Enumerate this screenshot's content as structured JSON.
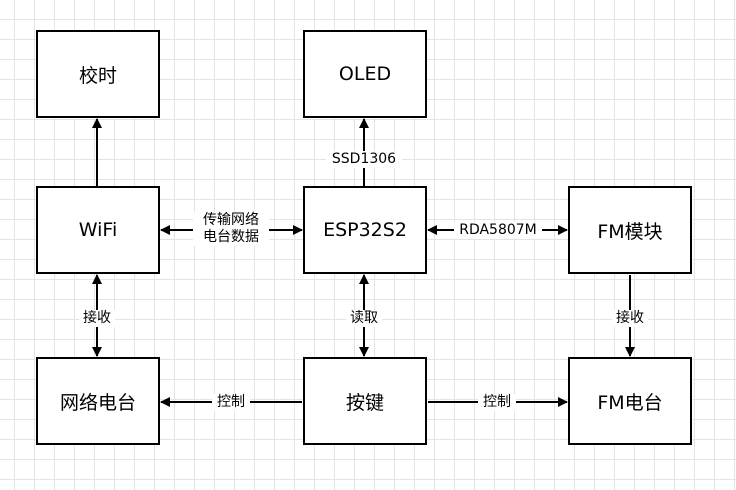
{
  "nodes": {
    "jiaoshi": "校时",
    "oled": "OLED",
    "wifi": "WiFi",
    "esp": "ESP32S2",
    "fm_module": "FM模块",
    "net_radio": "网络电台",
    "keys": "按键",
    "fm_radio": "FM电台"
  },
  "edges": {
    "ssd": "SSD1306",
    "transfer_line1": "传输网络",
    "transfer_line2": "电台数据",
    "rda": "RDA5807M",
    "recv_left": "接收",
    "read": "读取",
    "recv_right": "接收",
    "ctrl_left": "控制",
    "ctrl_right": "控制"
  }
}
